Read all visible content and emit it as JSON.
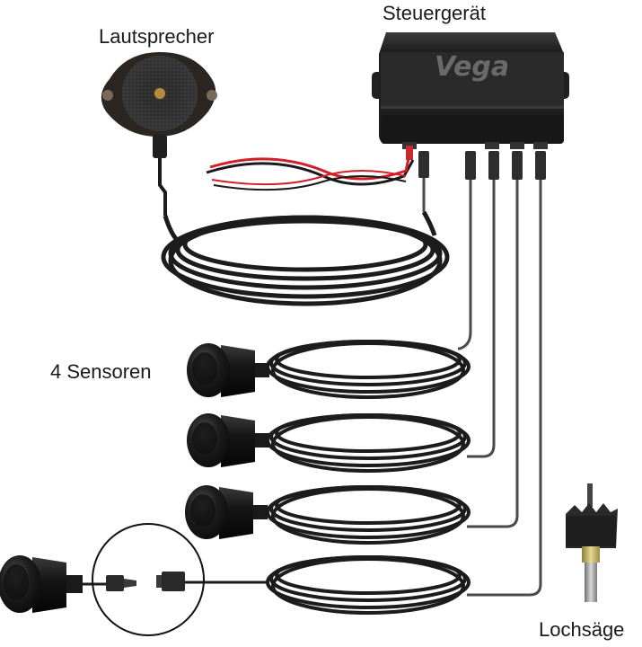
{
  "labels": {
    "control_unit": "Steuergerät",
    "speaker": "Lautsprecher",
    "sensors": "4 Sensoren",
    "hole_saw": "Lochsäge"
  },
  "control_unit": {
    "brand": "Vega"
  },
  "colors": {
    "housing": "#262626",
    "cable": "#1c1c1c",
    "lead_red": "#d21f2b",
    "connector": "#2e2e2e",
    "drill_steel": "#9a9a9a",
    "brass": "#c8b46a"
  },
  "icons": {
    "control_unit": "control-unit-box",
    "speaker": "buzzer-speaker",
    "sensor": "parking-sensor",
    "hole_saw": "hole-saw-bit",
    "magnifier": "zoom-circle"
  }
}
